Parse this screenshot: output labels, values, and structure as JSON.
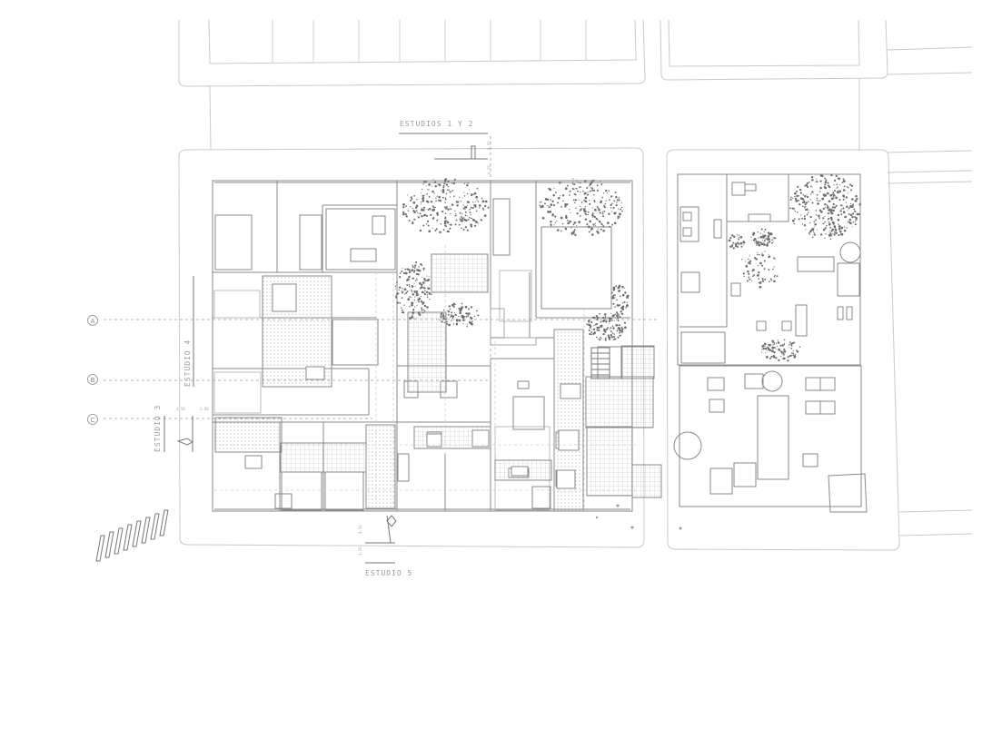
{
  "drawing": {
    "labels": {
      "studios_1_2": "ESTUDIOS 1 Y 2",
      "studio_3": "ESTUDIO 3",
      "studio_4": "ESTUDIO 4",
      "studio_5": "ESTUDIO 5"
    },
    "axes": [
      "A",
      "B",
      "C"
    ],
    "dimensions": {
      "top_1": "0.55",
      "top_2": "0.25",
      "left_1": "4.50",
      "left_2": "3.80",
      "bottom_1": "4.50",
      "bottom_2": "3.20"
    }
  }
}
